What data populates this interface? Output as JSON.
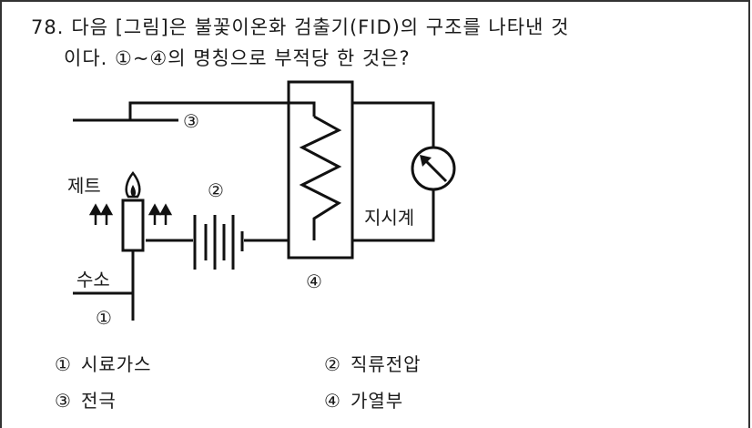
{
  "question": {
    "number": "78.",
    "line1": "다음 [그림]은 불꽃이온화 검출기(FID)의 구조를 나타낸 것",
    "line2": "이다. ①~④의 명칭으로 부적당 한 것은?"
  },
  "figure": {
    "label_jet": "제트",
    "label_hydrogen": "수소",
    "label_meter": "지시계",
    "marker_1": "①",
    "marker_2": "②",
    "marker_3": "③",
    "marker_4": "④"
  },
  "options": [
    {
      "marker": "①",
      "text": "시료가스"
    },
    {
      "marker": "②",
      "text": "직류전압"
    },
    {
      "marker": "③",
      "text": "전극"
    },
    {
      "marker": "④",
      "text": "가열부"
    }
  ]
}
